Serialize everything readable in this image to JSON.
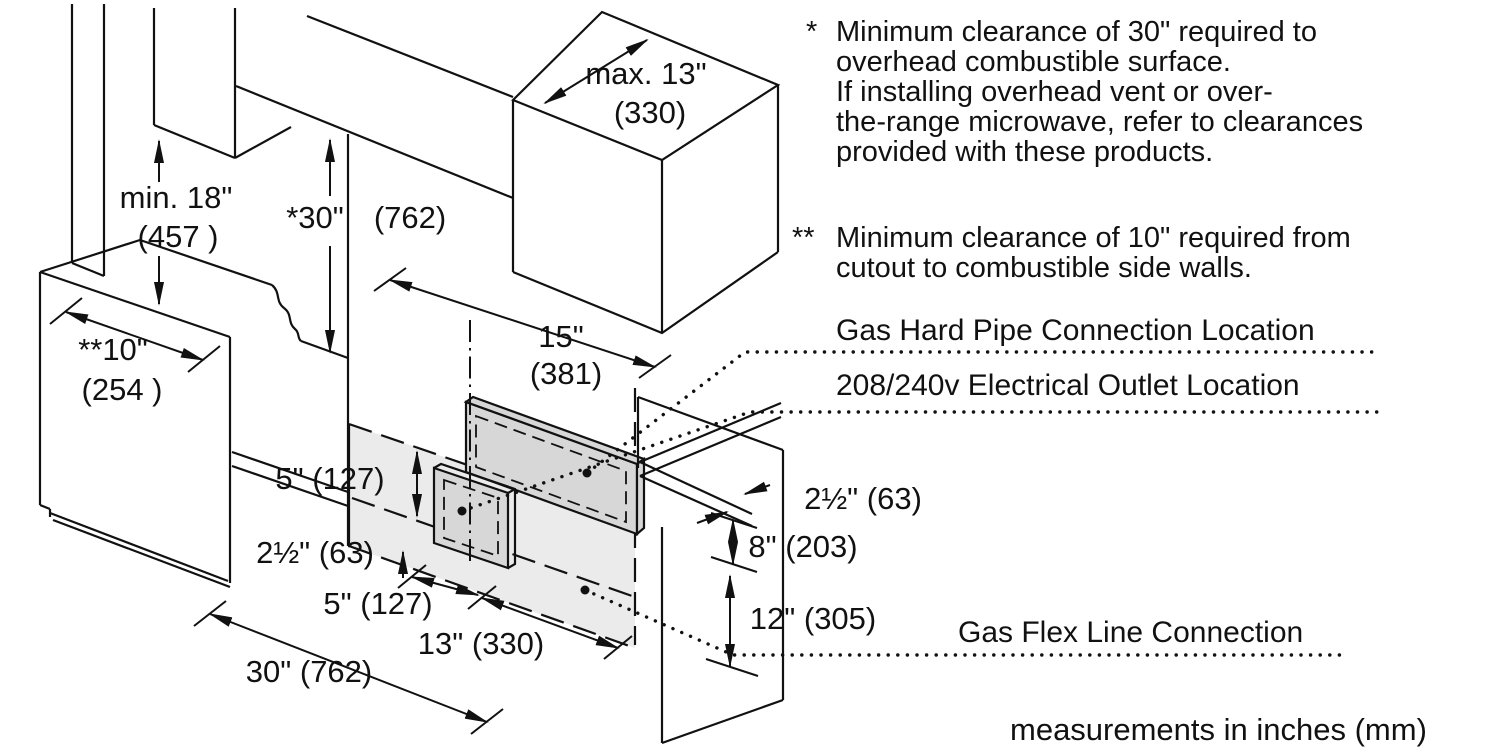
{
  "colors": {
    "line": "#111111",
    "panel": "#d7d7d7",
    "band": "#ebebeb",
    "bg": "#ffffff"
  },
  "notes": {
    "note1_marker": "*",
    "note1_lines": [
      "Minimum clearance of 30\" required to",
      "overhead combustible surface.",
      "If installing overhead vent or over-",
      "the-range microwave, refer to clearances",
      "provided with these products."
    ],
    "note2_marker": "**",
    "note2_lines": [
      "Minimum clearance of 10\" required from",
      "cutout to combustible side walls."
    ]
  },
  "leaders": {
    "gas_hard_pipe": "Gas Hard Pipe Connection Location",
    "electrical_outlet": "208/240v Electrical Outlet Location",
    "gas_flex": "Gas Flex Line Connection"
  },
  "dims": {
    "soffit_height": "min. 18\"",
    "soffit_height_mm": "(457 )",
    "overhead": "*30\"",
    "overhead_mm": "(762)",
    "cab_depth": "max. 13\"",
    "cab_depth_mm": "(330)",
    "side_wall": "**10\"",
    "side_wall_mm": "(254 )",
    "fifteen": "15\"",
    "fifteen_mm": "(381)",
    "five_upper": "5\" (127)",
    "two_half_left": "2½\" (63)",
    "five_lower": "5\" (127)",
    "thirteen": "13\" (330)",
    "thirty": "30\" (762)",
    "two_half_right": "2½\" (63)",
    "eight": "8\" (203)",
    "twelve": "12\" (305)"
  },
  "footer": "measurements in inches (mm)"
}
